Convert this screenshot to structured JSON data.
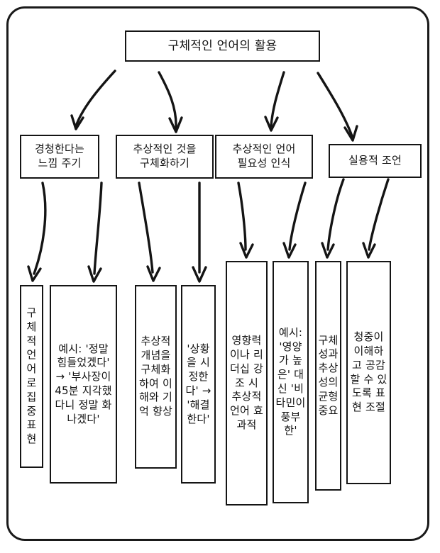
{
  "diagram": {
    "title_node": {
      "label": "구체적인 언어의 활용"
    },
    "level2": [
      {
        "label": "경청한다는\n느낌 주기"
      },
      {
        "label": "추상적인 것을\n구체화하기"
      },
      {
        "label": "추상적인 언어\n필요성 인식"
      },
      {
        "label": "실용적 조언"
      }
    ],
    "level3": [
      {
        "label": "구체적 언어로 집중 표현"
      },
      {
        "label": "예시: '정말 힘들었겠다' → '부사장이 45분 지각했다니 정말 화나겠다'"
      },
      {
        "label": "추상적 개념을 구체화하여 이해와 기억 향상"
      },
      {
        "label": "'상황을 시정한다' → '해결한다'"
      },
      {
        "label": "영향력이나 리더십 강조 시 추상적 언어 효과적"
      },
      {
        "label": "예시: '영양가 높은' 대신 '비타민이 풍부한'"
      },
      {
        "label": "구체성과 추상성의 균형 중요"
      },
      {
        "label": "청중이 이해하고 공감할 수 있도록 표현 조절"
      }
    ],
    "colors": {
      "stroke": "#141414",
      "background": "#ffffff",
      "text": "#111111"
    }
  }
}
